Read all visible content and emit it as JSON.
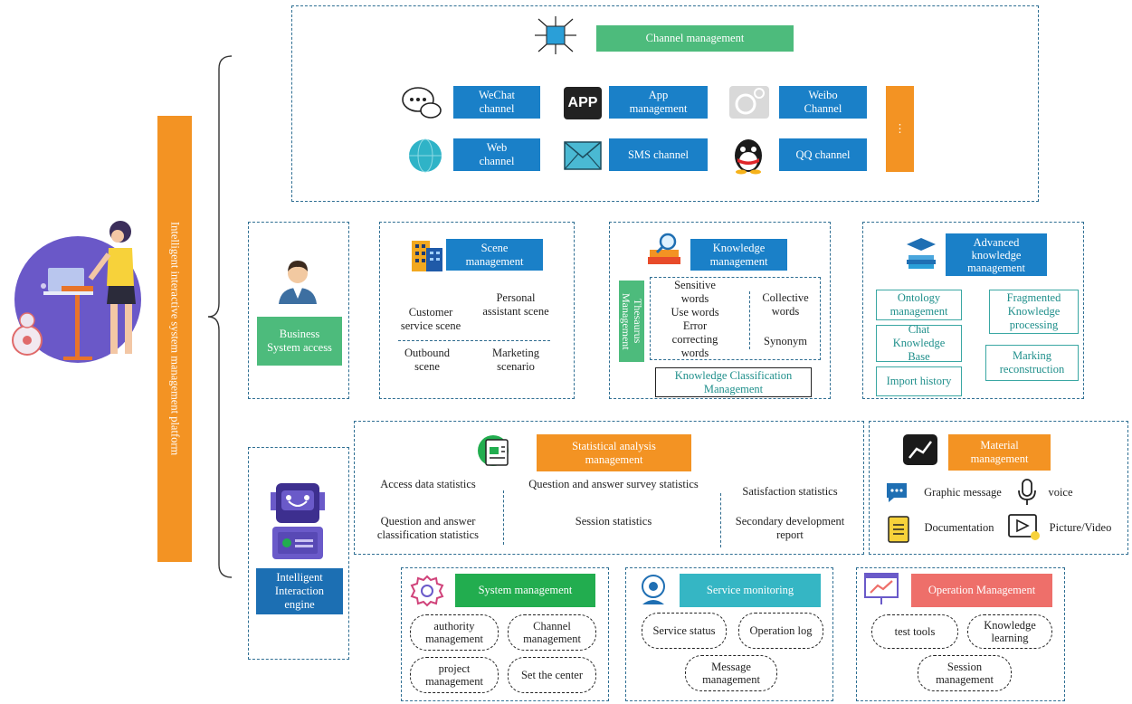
{
  "platform": {
    "title": "Intelligent interactive system management platform"
  },
  "channel": {
    "title": "Channel management",
    "wechat": "WeChat channel",
    "app": "App management",
    "app_icon_text": "APP",
    "weibo": "Weibo Channel",
    "web": "Web channel",
    "sms": "SMS channel",
    "qq": "QQ channel",
    "more": "⋮"
  },
  "business": {
    "title": "Business System access"
  },
  "scene": {
    "title": "Scene management",
    "items": [
      "Customer service scene",
      "Personal assistant scene",
      "Outbound scene",
      "Marketing scenario"
    ]
  },
  "knowledge": {
    "title": "Knowledge management",
    "thesaurus": "Thesaurus Management",
    "sensitive": "Sensitive words",
    "use": "Use words",
    "error": "Error correcting words",
    "collective": "Collective words",
    "synonym": "Synonym",
    "classification": "Knowledge Classification Management"
  },
  "advanced": {
    "title": "Advanced knowledge management",
    "ontology": "Ontology management",
    "fragmented": "Fragmented Knowledge processing",
    "chat": "Chat Knowledge Base",
    "marking": "Marking reconstruction",
    "import": "Import history"
  },
  "engine": {
    "title": "Intelligent Interaction engine"
  },
  "stats": {
    "title": "Statistical analysis management",
    "items": [
      "Access data statistics",
      "Question and answer survey statistics",
      "Satisfaction statistics",
      "Question and answer classification statistics",
      "Session statistics",
      "Secondary development report"
    ]
  },
  "material": {
    "title": "Material management",
    "graphic": "Graphic message",
    "voice": "voice",
    "doc": "Documentation",
    "picture": "Picture/Video"
  },
  "system": {
    "title": "System management",
    "items": [
      "authority management",
      "Channel management",
      "project management",
      "Set the center"
    ]
  },
  "service": {
    "title": "Service monitoring",
    "items": [
      "Service status",
      "Operation log",
      "Message management"
    ]
  },
  "operation": {
    "title": "Operation Management",
    "items": [
      "test tools",
      "Knowledge learning",
      "Session management"
    ]
  },
  "colors": {
    "blue": "#1a80c8",
    "green": "#4dbb7c",
    "orange": "#f39323",
    "teal": "#35b6c4",
    "salmon": "#ee6f6a",
    "purple": "#6a5ac9"
  }
}
